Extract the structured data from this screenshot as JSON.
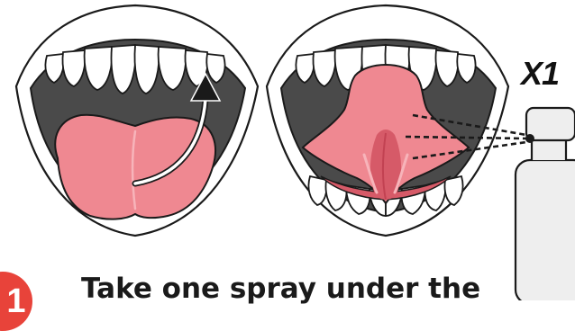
{
  "diagram": {
    "spray_count_label": "X1",
    "step_number": "1",
    "instruction": "Take one spray under the",
    "panels": [
      "mouth-open-tongue-lifting",
      "tongue-raised-spray-under"
    ]
  },
  "colors": {
    "outline": "#1a1a1a",
    "mouth_cavity": "#4a4a4a",
    "tongue": "#ef8891",
    "tongue_dark": "#d65a68",
    "teeth": "#ffffff",
    "bottle": "#eeeeee",
    "step_badge": "#e8433a"
  }
}
